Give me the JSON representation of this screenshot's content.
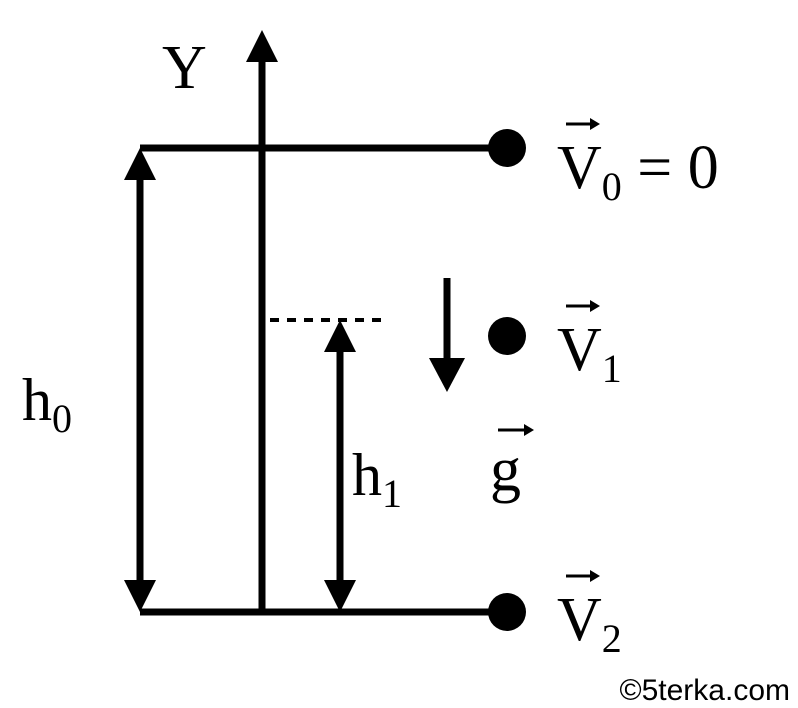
{
  "diagram": {
    "axis_label": "Y",
    "height_total_label": {
      "base": "h",
      "sub": "0"
    },
    "height_partial_label": {
      "base": "h",
      "sub": "1"
    },
    "gravity_label": "g",
    "velocity_top": {
      "base": "V",
      "sub": "0",
      "suffix": " = 0"
    },
    "velocity_mid": {
      "base": "V",
      "sub": "1"
    },
    "velocity_bottom": {
      "base": "V",
      "sub": "2"
    }
  },
  "watermark": "©5terka.com"
}
